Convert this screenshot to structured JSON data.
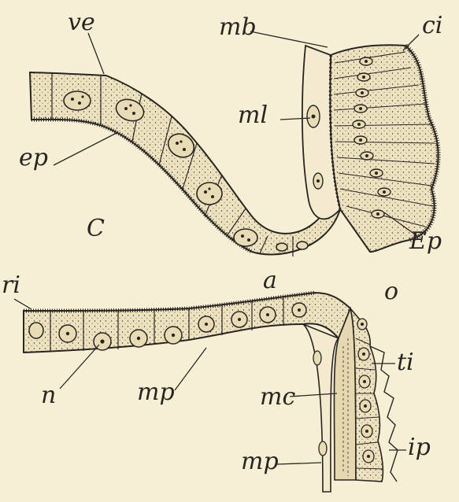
{
  "labels": {
    "ve": "ve",
    "mb": "mb",
    "ci": "ci",
    "ml": "ml",
    "ep": "ep",
    "c": "C",
    "Ep": "Ep",
    "ri": "ri",
    "a": "a",
    "o": "o",
    "ti": "ti",
    "n": "n",
    "mp_upper": "mp",
    "mc": "mc",
    "ip": "ip",
    "mp_lower": "mp"
  },
  "colors": {
    "paper": "#f6efd6",
    "ink": "#2a2520",
    "cell_fill": "#eee4c4"
  }
}
